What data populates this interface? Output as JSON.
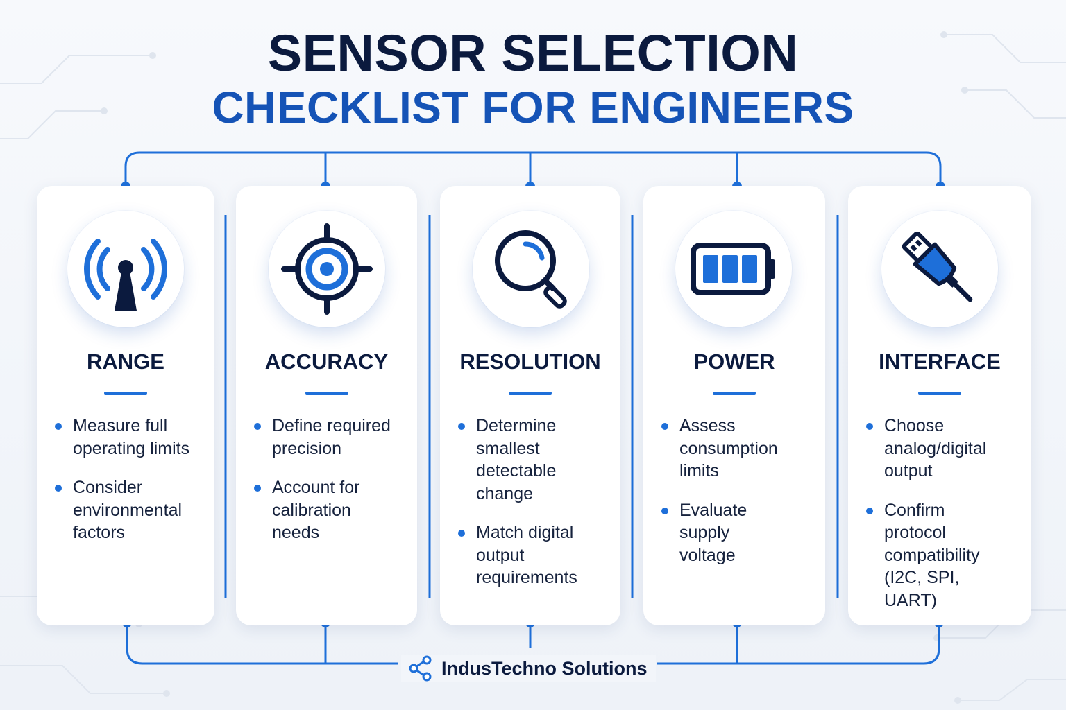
{
  "title": {
    "line1": "SENSOR SELECTION",
    "line2": "CHECKLIST FOR ENGINEERS"
  },
  "colors": {
    "navy": "#0b1a3e",
    "accent": "#1e6fd9",
    "title_blue": "#1553b6"
  },
  "cards": [
    {
      "title": "RANGE",
      "icon": "signal-tower-icon",
      "bullets": [
        [
          "Measure full",
          "operating limits"
        ],
        [
          "Consider",
          "environmental",
          "factors"
        ]
      ]
    },
    {
      "title": "ACCURACY",
      "icon": "target-crosshair-icon",
      "bullets": [
        [
          "Define required",
          "precision"
        ],
        [
          "Account for",
          "calibration",
          "needs"
        ]
      ]
    },
    {
      "title": "RESOLUTION",
      "icon": "magnifier-icon",
      "bullets": [
        [
          "Determine",
          "smallest",
          "detectable",
          "change"
        ],
        [
          "Match digital",
          "output",
          "requirements"
        ]
      ]
    },
    {
      "title": "POWER",
      "icon": "battery-icon",
      "bullets": [
        [
          "Assess",
          "consumption",
          "limits"
        ],
        [
          "Evaluate",
          "supply",
          "voltage"
        ]
      ]
    },
    {
      "title": "INTERFACE",
      "icon": "usb-plug-icon",
      "bullets": [
        [
          "Choose",
          "analog/digital",
          "output"
        ],
        [
          "Confirm",
          "protocol",
          "compatibility",
          "(I2C, SPI,",
          "UART)"
        ]
      ]
    }
  ],
  "footer": {
    "brand": "IndusTechno Solutions",
    "icon": "network-nodes-icon"
  }
}
